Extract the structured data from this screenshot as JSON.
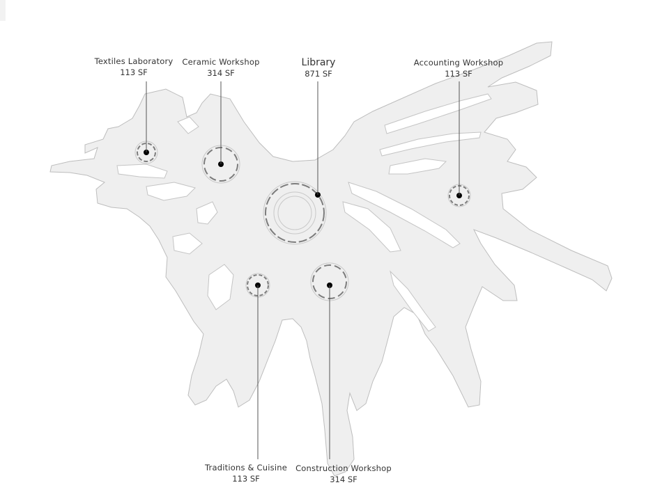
{
  "rooms": [
    {
      "name": "Textiles Laboratory",
      "area": "113 SF"
    },
    {
      "name": "Ceramic Workshop",
      "area": "314 SF"
    },
    {
      "name": "Library",
      "area": "871 SF"
    },
    {
      "name": "Accounting Workshop",
      "area": "113 SF"
    },
    {
      "name": "Traditions & Cuisine",
      "area": "113 SF"
    },
    {
      "name": "Construction Workshop",
      "area": "314 SF"
    }
  ],
  "colors": {
    "plan_fill": "#efefef",
    "plan_stroke": "#bdbdbd",
    "leader": "#555555",
    "marker": "#000000"
  }
}
